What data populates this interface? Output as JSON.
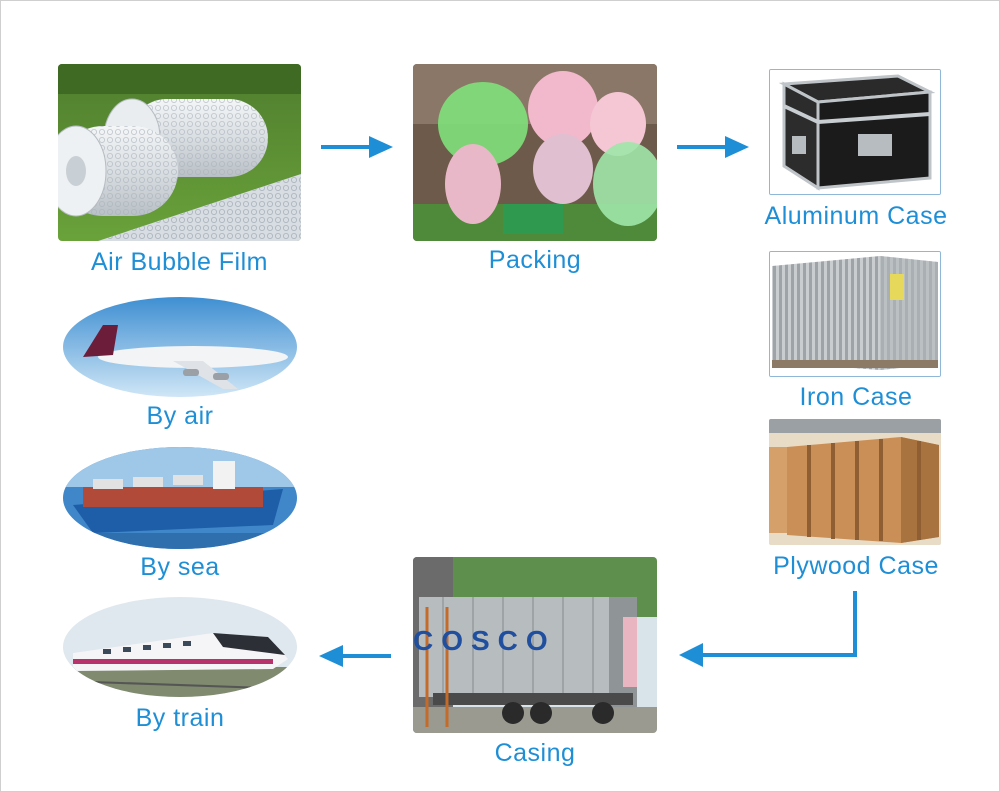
{
  "steps": {
    "air_bubble_film": "Air Bubble Film",
    "packing": "Packing",
    "aluminum_case": "Aluminum Case",
    "iron_case": "Iron Case",
    "plywood_case": "Plywood Case",
    "casing": "Casing"
  },
  "shipping": {
    "by_air": "By air",
    "by_sea": "By sea",
    "by_train": "By train"
  },
  "container_text": "COSCO",
  "colors": {
    "accent": "#1e8fd6",
    "arrow": "#1e8fd6"
  }
}
